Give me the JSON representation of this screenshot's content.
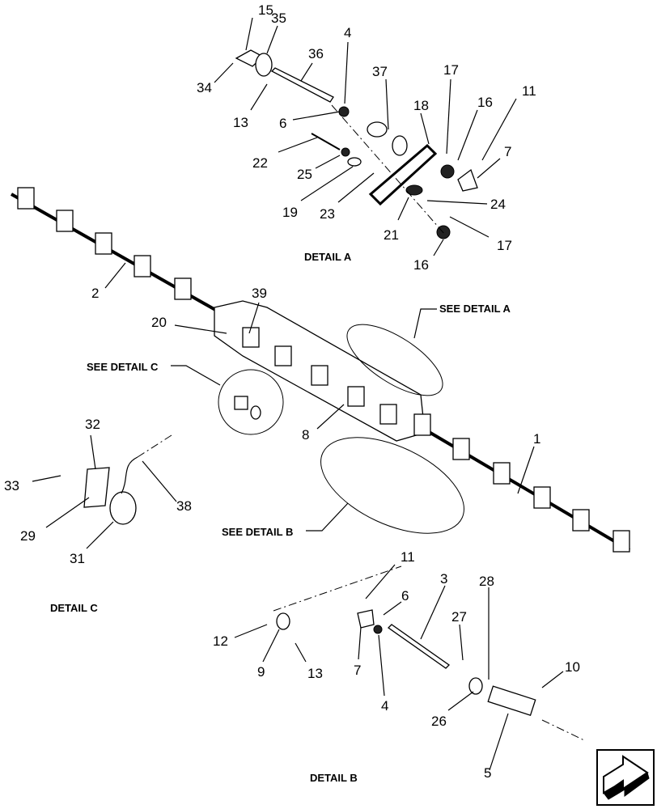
{
  "labels": {
    "n15": "15",
    "n35": "35",
    "n4a": "4",
    "n36": "36",
    "n34": "34",
    "n13a": "13",
    "n6a": "6",
    "n37": "37",
    "n17a": "17",
    "n16a": "16",
    "n11a": "11",
    "n18": "18",
    "n22": "22",
    "n25": "25",
    "n7a": "7",
    "n19": "19",
    "n23": "23",
    "n24": "24",
    "n21": "21",
    "n17b": "17",
    "n16b": "16",
    "n2": "2",
    "n39": "39",
    "n20": "20",
    "n8": "8",
    "n1": "1",
    "n32": "32",
    "n33": "33",
    "n29": "29",
    "n31": "31",
    "n38": "38",
    "n11b": "11",
    "n3": "3",
    "n6b": "6",
    "n28": "28",
    "n27": "27",
    "n12": "12",
    "n9": "9",
    "n13b": "13",
    "n7b": "7",
    "n4b": "4",
    "n10": "10",
    "n26": "26",
    "n5": "5"
  },
  "captions": {
    "detail_a": "DETAIL A",
    "detail_b": "DETAIL B",
    "detail_c": "DETAIL C",
    "see_a": "SEE DETAIL  A",
    "see_b": "SEE DETAIL  B",
    "see_c": "SEE DETAIL  C"
  },
  "nav": {
    "icon": "next-page-arrow-icon"
  }
}
